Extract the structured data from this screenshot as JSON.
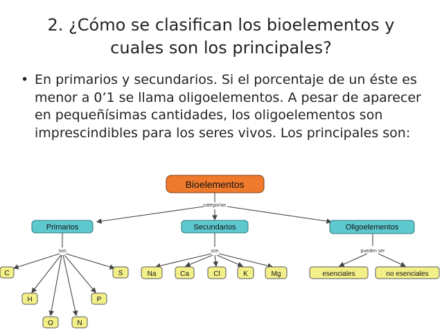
{
  "slide": {
    "title_line1": "2. ¿Cómo se clasifican los bioelementos y",
    "title_line2": "cuales son los principales?",
    "bullet_symbol": "•",
    "bullet_text": "En primarios y secundarios. Si el porcentaje de un éste es menor a 0’1 se llama oligoelementos. A pesar de aparecer en pequeñísimas cantidades, los oligoelementos son imprescindibles para los seres vivos. Los principales son:"
  },
  "diagram": {
    "root": "Bioelementos",
    "root_link": "categorías",
    "categories": [
      "Primarios",
      "Secundarios",
      "Oligoelementos"
    ],
    "primarios_link": "son",
    "primarios_items": [
      "C",
      "H",
      "O",
      "N",
      "P",
      "S"
    ],
    "secundarios_link": "son",
    "secundarios_items": [
      "Na",
      "Ca",
      "Cl",
      "K",
      "Mg"
    ],
    "oligo_link": "pueden ser",
    "oligo_items": [
      "esenciales",
      "no esenciales"
    ],
    "colors": {
      "root_fill": "#f07a2c",
      "category_fill": "#5ec8cf",
      "leaf_fill": "#f3f08a",
      "stroke": "#555555"
    }
  }
}
